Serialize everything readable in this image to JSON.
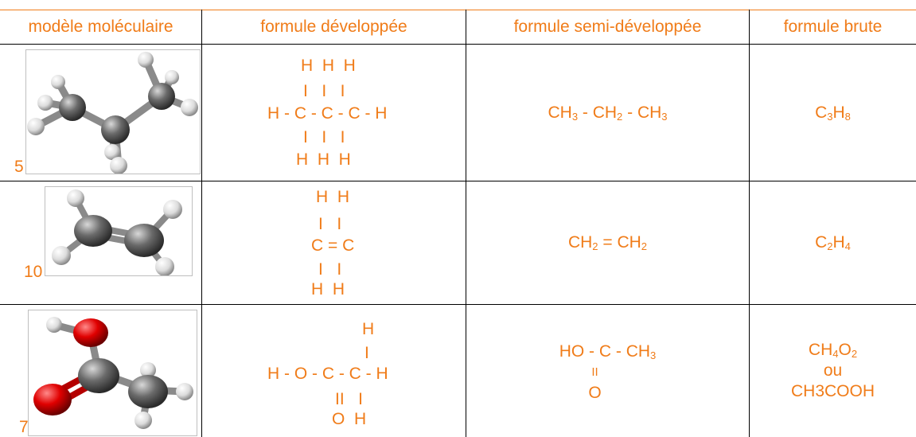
{
  "headers": {
    "model": "modèle moléculaire",
    "developed": "formule développée",
    "semi": "formule semi-développée",
    "raw": "formule brute"
  },
  "rows": [
    {
      "number": "5",
      "developed_lines": [
        "H  H  H",
        "I   I   I",
        "H - C - C - C - H",
        "I   I   I",
        "H  H  H"
      ],
      "semi": {
        "p1": "CH",
        "s1": "3",
        "p2": " - CH",
        "s2": "2",
        "p3": " - CH",
        "s3": "3"
      },
      "raw": {
        "p1": "C",
        "s1": "3",
        "p2": "H",
        "s2": "8"
      }
    },
    {
      "number": "10",
      "developed_lines": [
        "H  H",
        "I   I",
        "C = C",
        "I   I",
        "H  H"
      ],
      "semi": {
        "p1": "CH",
        "s1": "2",
        "p2": " = CH",
        "s2": "2"
      },
      "raw": {
        "p1": "C",
        "s1": "2",
        "p2": "H",
        "s2": "4"
      }
    },
    {
      "number": "7",
      "developed_lines": [
        "H",
        "I",
        "H - O - C - C - H",
        "II   I",
        "O  H"
      ],
      "semi": {
        "line1_p": "HO - C - CH",
        "line1_s": "3",
        "line2": "II",
        "line3": "O"
      },
      "raw": {
        "p1": "CH",
        "s1": "4",
        "p2": "O",
        "s2": "2",
        "line2": "ou",
        "line3": "CH3COOH"
      }
    }
  ],
  "colors": {
    "text": "#F07C19",
    "grid": "#000000",
    "carbon": "#5a5a5a",
    "hydrogen": "#e6e6e6",
    "oxygen": "#d40000"
  }
}
